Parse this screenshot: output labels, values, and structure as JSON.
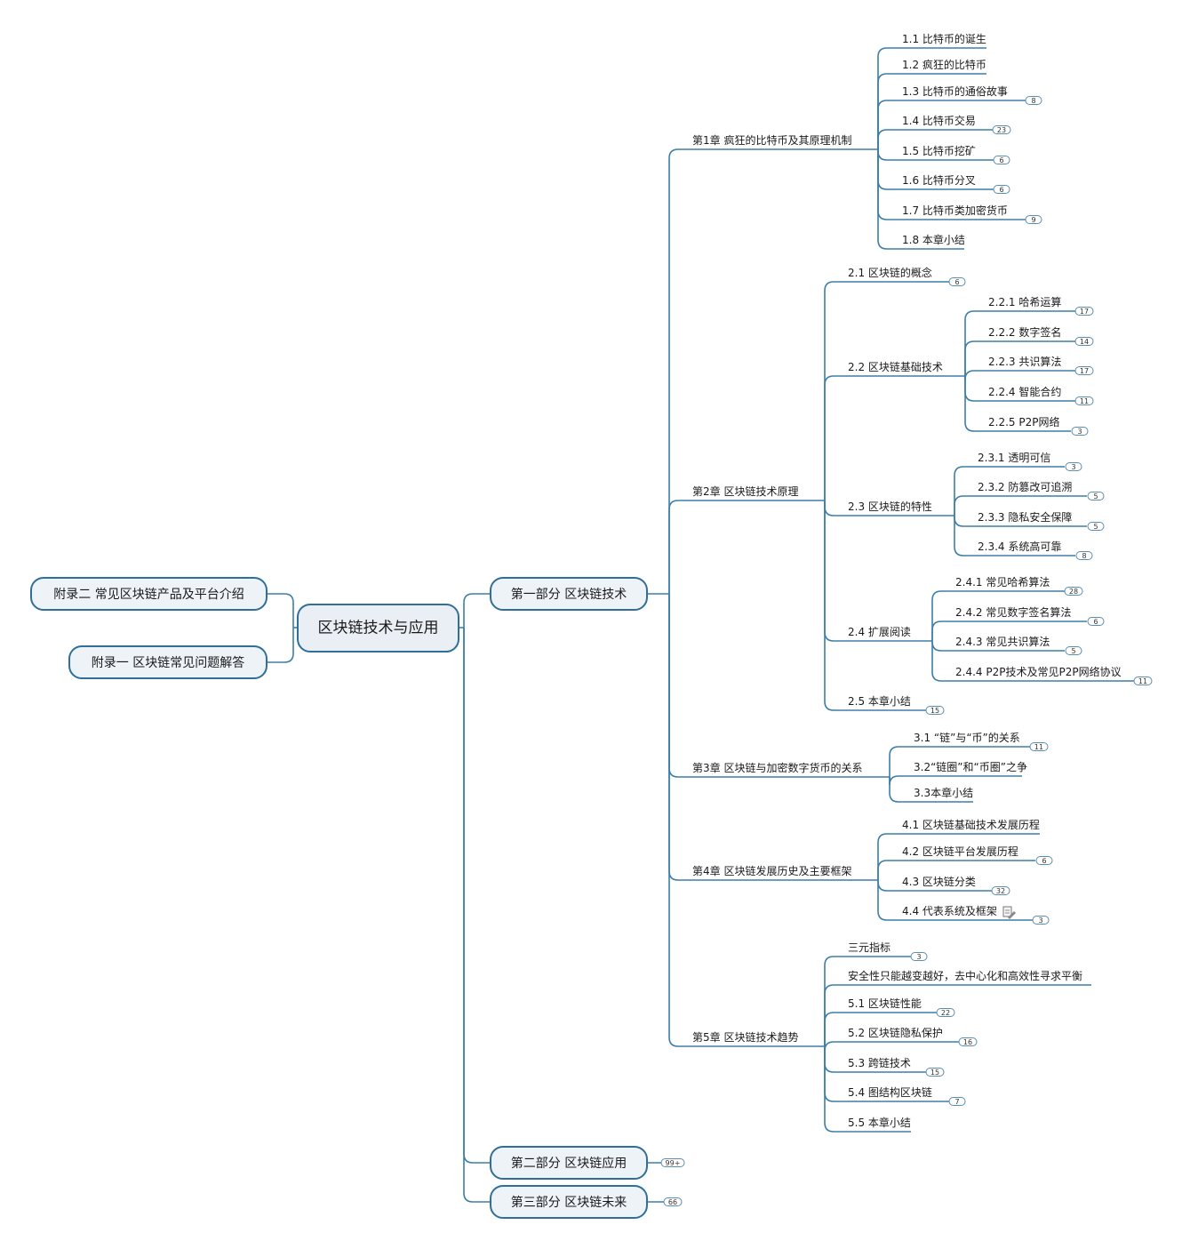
{
  "root": {
    "label": "区块链技术与应用"
  },
  "appendix": [
    {
      "label": "附录二  常见区块链产品及平台介绍"
    },
    {
      "label": "附录一  区块链常见问题解答"
    }
  ],
  "parts": [
    {
      "label": "第一部分  区块链技术"
    },
    {
      "label": "第二部分  区块链应用",
      "badge": "99+"
    },
    {
      "label": "第三部分  区块链未来",
      "badge": "66"
    }
  ],
  "chapters": [
    {
      "label": "第1章  疯狂的比特币及其原理机制"
    },
    {
      "label": "第2章  区块链技术原理"
    },
    {
      "label": "第3章  区块链与加密数字货币的关系"
    },
    {
      "label": "第4章  区块链发展历史及主要框架"
    },
    {
      "label": "第5章  区块链技术趋势"
    }
  ],
  "ch1": [
    {
      "label": "1.1 比特币的诞生"
    },
    {
      "label": "1.2 疯狂的比特币"
    },
    {
      "label": "1.3 比特币的通俗故事",
      "badge": "8"
    },
    {
      "label": "1.4 比特币交易",
      "badge": "23"
    },
    {
      "label": "1.5 比特币挖矿",
      "badge": "6"
    },
    {
      "label": "1.6 比特币分叉",
      "badge": "6"
    },
    {
      "label": "1.7 比特币类加密货币",
      "badge": "9"
    },
    {
      "label": "1.8 本章小结"
    }
  ],
  "ch2": [
    {
      "label": "2.1 区块链的概念",
      "badge": "6"
    },
    {
      "label": "2.2 区块链基础技术"
    },
    {
      "label": "2.3 区块链的特性"
    },
    {
      "label": "2.4 扩展阅读"
    },
    {
      "label": "2.5 本章小结",
      "badge": "15"
    }
  ],
  "s22": [
    {
      "label": "2.2.1 哈希运算",
      "badge": "17"
    },
    {
      "label": "2.2.2 数字签名",
      "badge": "14"
    },
    {
      "label": "2.2.3 共识算法",
      "badge": "17"
    },
    {
      "label": "2.2.4 智能合约",
      "badge": "11"
    },
    {
      "label": "2.2.5 P2P网络",
      "badge": "3"
    }
  ],
  "s23": [
    {
      "label": "2.3.1 透明可信",
      "badge": "3"
    },
    {
      "label": "2.3.2 防篡改可追溯",
      "badge": "5"
    },
    {
      "label": "2.3.3 隐私安全保障",
      "badge": "5"
    },
    {
      "label": "2.3.4 系统高可靠",
      "badge": "8"
    }
  ],
  "s24": [
    {
      "label": "2.4.1 常见哈希算法",
      "badge": "28"
    },
    {
      "label": "2.4.2 常见数字签名算法",
      "badge": "6"
    },
    {
      "label": "2.4.3 常见共识算法",
      "badge": "5"
    },
    {
      "label": "2.4.4 P2P技术及常见P2P网络协议",
      "badge": "11"
    }
  ],
  "ch3": [
    {
      "label": "3.1 “链”与“币”的关系",
      "badge": "11"
    },
    {
      "label": "3.2“链圈”和“币圈”之争"
    },
    {
      "label": "3.3本章小结"
    }
  ],
  "ch4": [
    {
      "label": "4.1 区块链基础技术发展历程"
    },
    {
      "label": "4.2 区块链平台发展历程",
      "badge": "6"
    },
    {
      "label": "4.3 区块链分类",
      "badge": "32"
    },
    {
      "label": "4.4 代表系统及框架",
      "badge": "3",
      "note_icon": "note-icon"
    }
  ],
  "ch5": [
    {
      "label": "三元指标",
      "badge": "3"
    },
    {
      "label": "安全性只能越变越好，去中心化和高效性寻求平衡"
    },
    {
      "label": "5.1 区块链性能",
      "badge": "22"
    },
    {
      "label": "5.2 区块链隐私保护",
      "badge": "16"
    },
    {
      "label": "5.3 跨链技术",
      "badge": "15"
    },
    {
      "label": "5.4 图结构区块链",
      "badge": "7"
    },
    {
      "label": "5.5 本章小结"
    }
  ]
}
